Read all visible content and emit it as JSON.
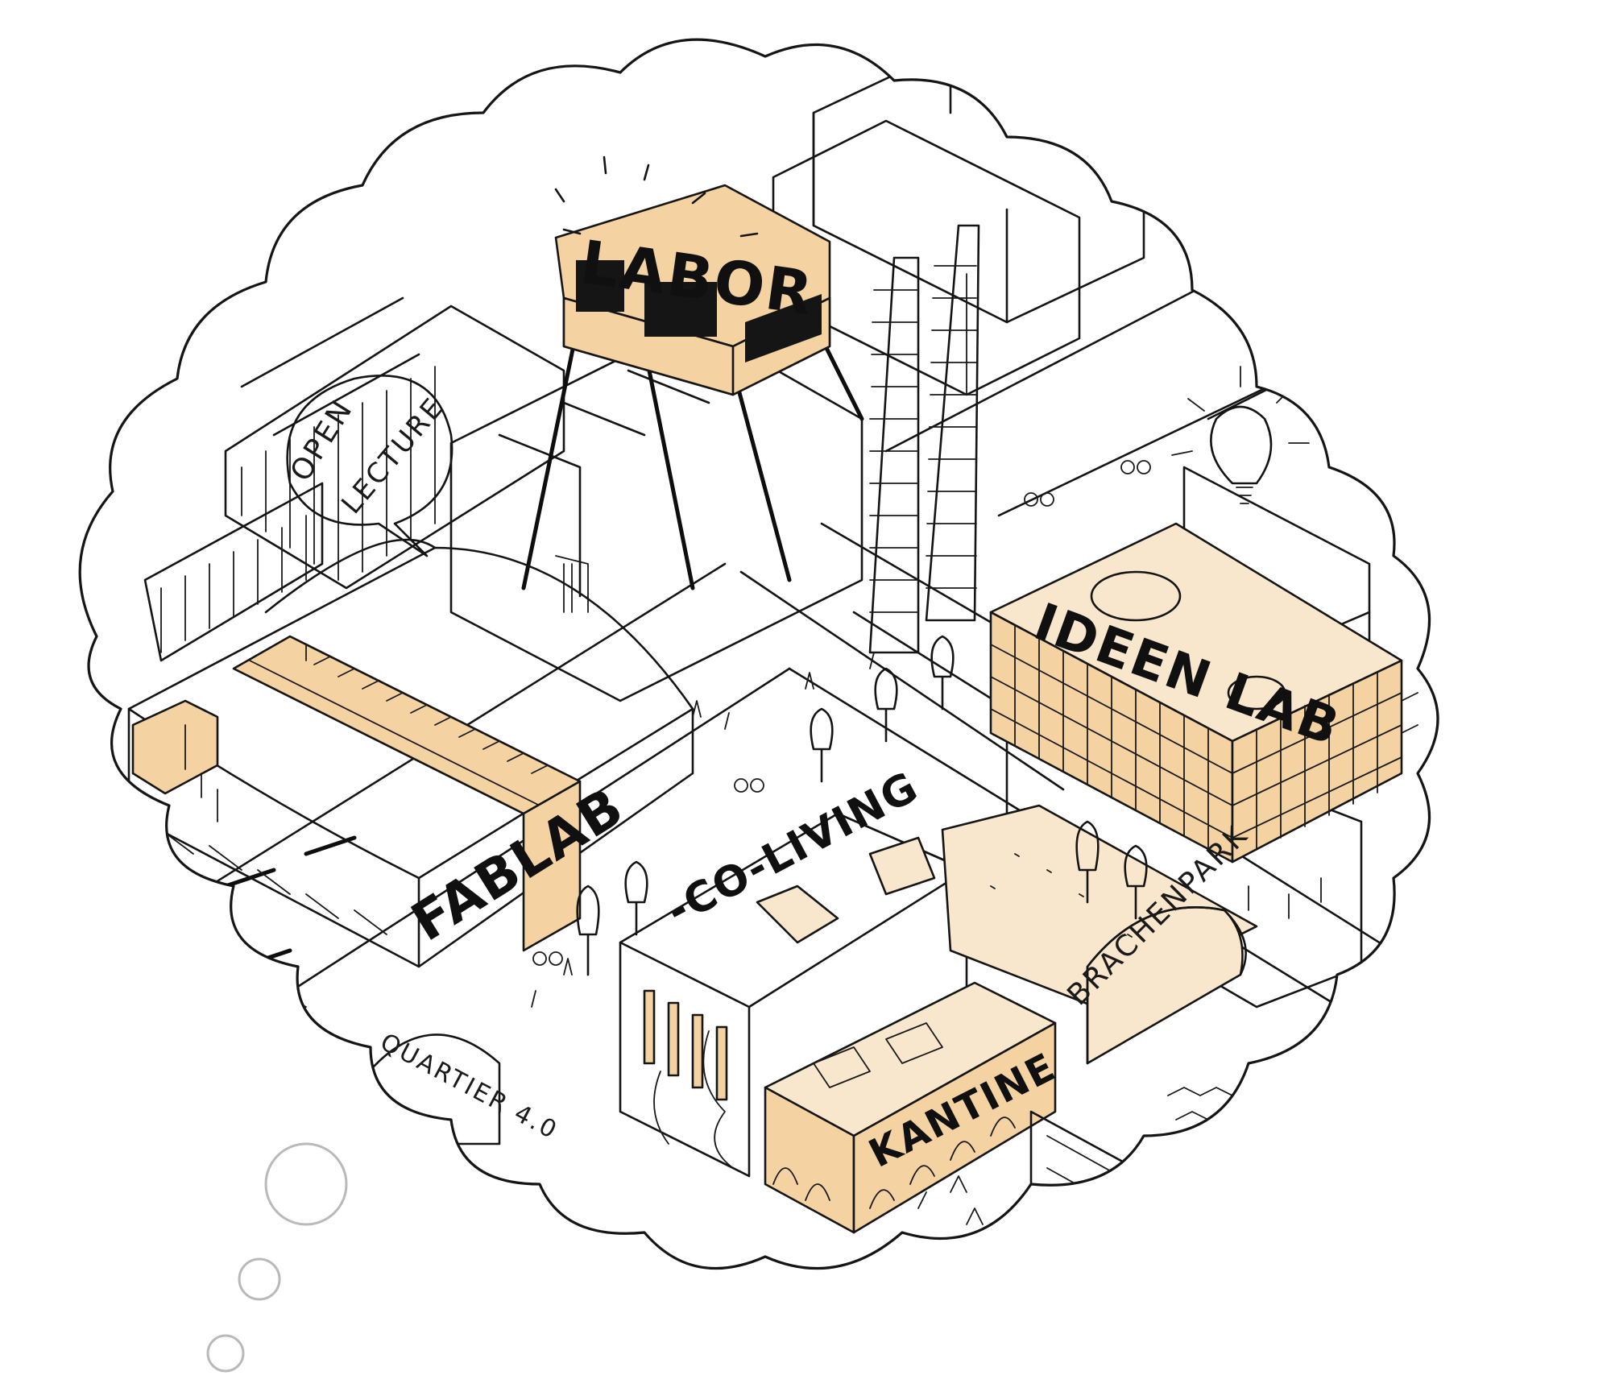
{
  "colors": {
    "ink": "#141414",
    "accent_wash": "#f4d2a2",
    "light_wash": "#f8e7cc",
    "paper": "#ffffff",
    "faint_bubble": "#b9b9b9"
  },
  "labels": {
    "labor": "LABOR",
    "open_lecture_line1": "OPEN",
    "open_lecture_line2": "LECTURE",
    "ideen_lab": "IDEEN LAB",
    "fablab": "FABLAB",
    "co_living": "-CO-LIVING",
    "kantine": "KANTINE",
    "brachenpark": "BRACHENPARK",
    "quartier": "QUARTIER 4.0"
  },
  "icons": [
    "lightbulb-icon",
    "cyclist-icon",
    "pedestrian-icon",
    "tree-icon",
    "sun-ray-icon",
    "thought-bubble-icon"
  ]
}
